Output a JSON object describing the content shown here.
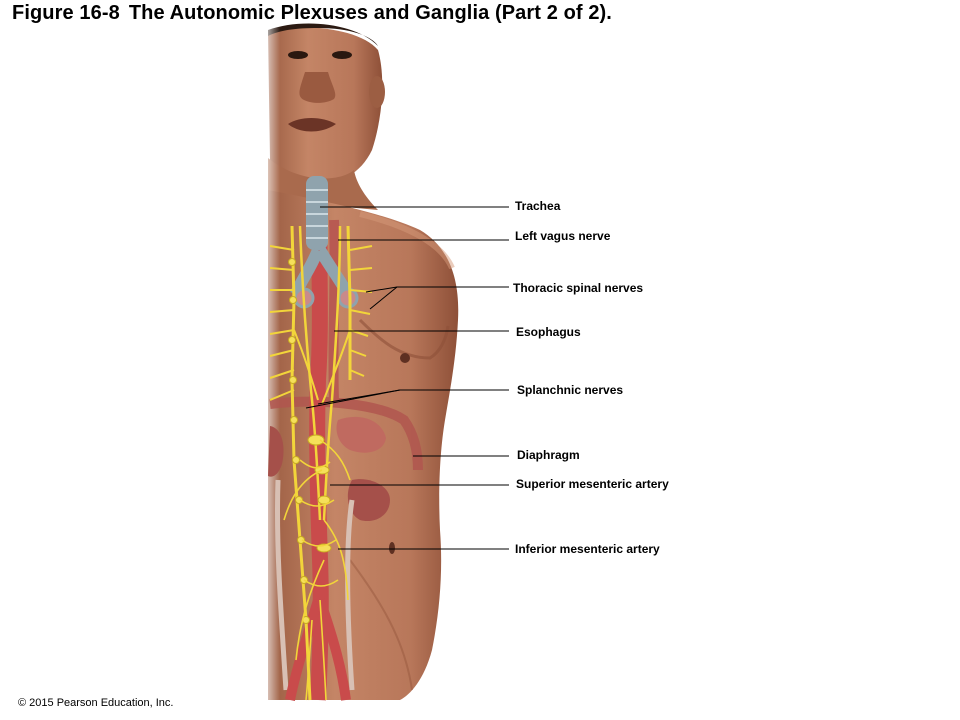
{
  "figure": {
    "number": "Figure 16-8",
    "title": "The Autonomic Plexuses and Ganglia (Part 2 of 2)."
  },
  "labels": [
    {
      "id": "trachea",
      "text": "Trachea"
    },
    {
      "id": "left-vagus-nerve",
      "text": "Left vagus nerve"
    },
    {
      "id": "thoracic-spinal-nerves",
      "text": "Thoracic spinal nerves"
    },
    {
      "id": "esophagus",
      "text": "Esophagus"
    },
    {
      "id": "splanchnic-nerves",
      "text": "Splanchnic nerves"
    },
    {
      "id": "diaphragm",
      "text": "Diaphragm"
    },
    {
      "id": "superior-mesenteric-artery",
      "text": "Superior mesenteric artery"
    },
    {
      "id": "inferior-mesenteric-artery",
      "text": "Inferior mesenteric artery"
    }
  ],
  "copyright": "© 2015 Pearson Education, Inc.",
  "colors": {
    "skin": "#b9795a",
    "skin_shadow": "#7a4633",
    "nerve": "#f2d53a",
    "artery": "#c94b4b",
    "organ": "#b85a52",
    "trachea": "#8fa3ad",
    "leader": "#000000"
  }
}
